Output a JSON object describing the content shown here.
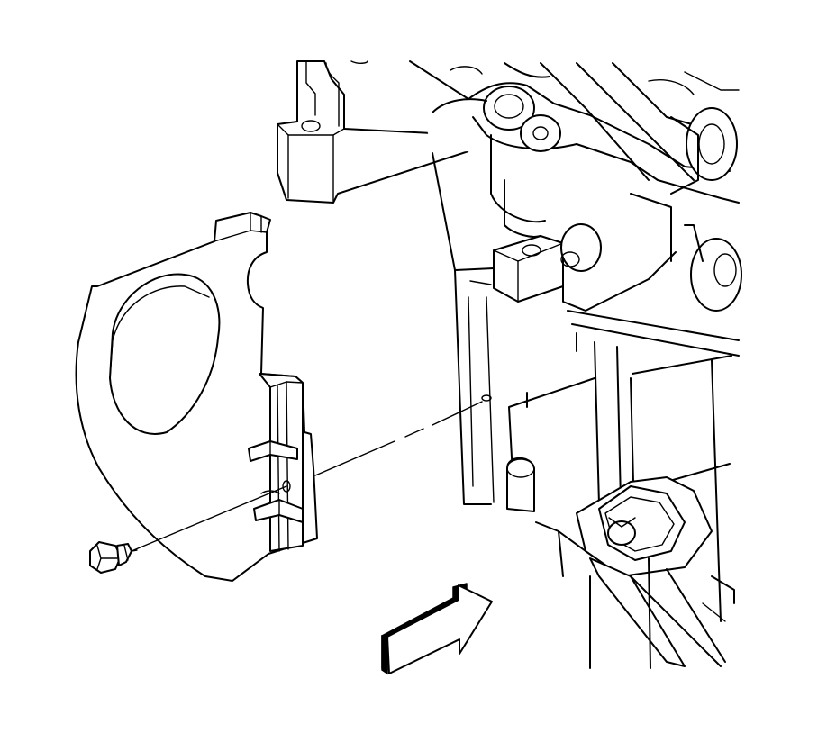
{
  "figure": {
    "background": "#ffffff",
    "line_color": "#000000",
    "parts": [
      {
        "name": "engine-bracket-assembly"
      },
      {
        "name": "heat-shield"
      },
      {
        "name": "fastener-bolt"
      },
      {
        "name": "installation-path-line"
      },
      {
        "name": "direction-arrow"
      }
    ]
  }
}
